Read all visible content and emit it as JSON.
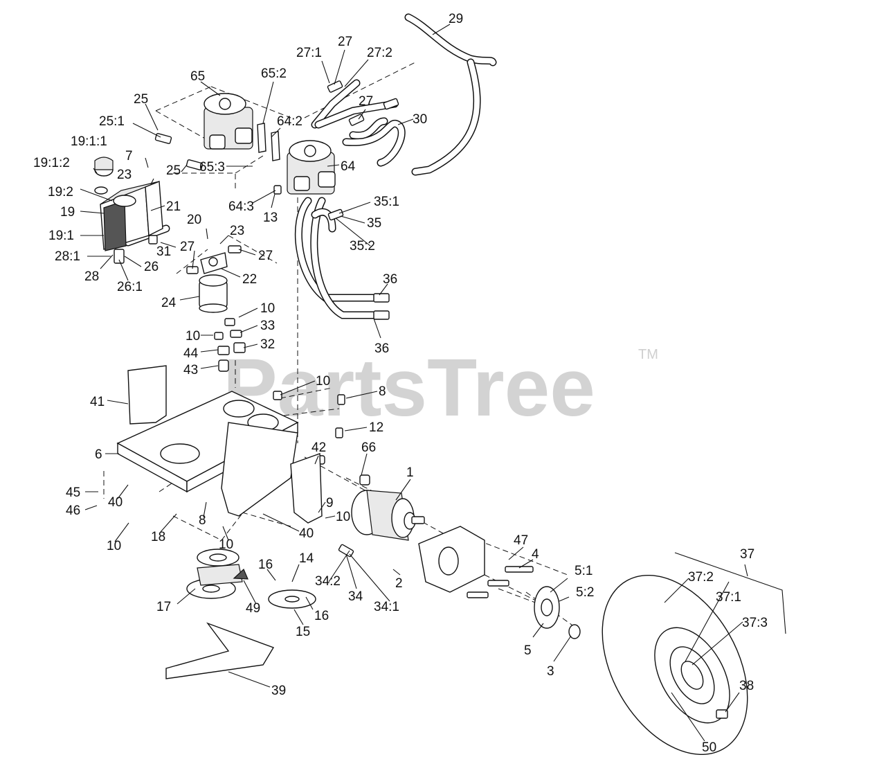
{
  "watermark": {
    "text": "PartsTree",
    "mark": "TM"
  },
  "callouts": [
    "29",
    "27:1",
    "27",
    "27:2",
    "65",
    "65:2",
    "25",
    "25:1",
    "27",
    "30",
    "19:1:1",
    "7",
    "64:2",
    "19:1:2",
    "23",
    "65:3",
    "25",
    "64",
    "19:2",
    "21",
    "19",
    "64:3",
    "35:1",
    "13",
    "35",
    "19:1",
    "20",
    "23",
    "31",
    "35:2",
    "27",
    "27",
    "28:1",
    "26",
    "28",
    "26:1",
    "22",
    "36",
    "24",
    "10",
    "33",
    "10",
    "32",
    "44",
    "43",
    "36",
    "10",
    "8",
    "41",
    "12",
    "66",
    "42",
    "6",
    "1",
    "45",
    "40",
    "9",
    "10",
    "46",
    "8",
    "40",
    "10",
    "18",
    "10",
    "47",
    "14",
    "37",
    "4",
    "16",
    "34:2",
    "5:1",
    "37:2",
    "2",
    "34",
    "34:1",
    "5:2",
    "37:1",
    "17",
    "49",
    "16",
    "37:3",
    "15",
    "5",
    "3",
    "39",
    "38",
    "50"
  ]
}
